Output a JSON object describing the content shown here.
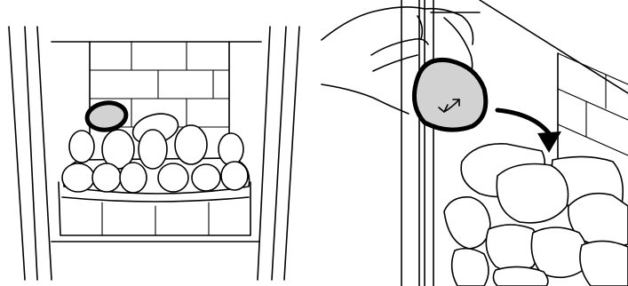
{
  "figure": {
    "panels": [
      {
        "id": "fireplace-overview",
        "highlighted_item": "grey-pebble"
      },
      {
        "id": "pebble-placement-detail",
        "highlighted_item": "grey-pebble",
        "marker": "orientation-arrow",
        "action": "curved-arrow"
      }
    ],
    "colors": {
      "line": "#000000",
      "highlight_fill": "#d2d2d2",
      "background": "#ffffff"
    }
  }
}
